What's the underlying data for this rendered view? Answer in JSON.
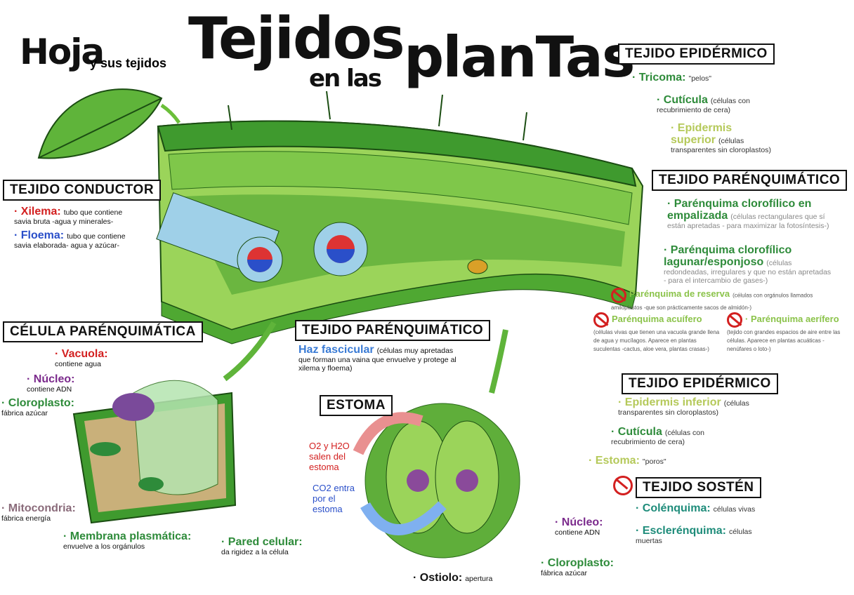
{
  "title": {
    "hoja": "Hoja",
    "sub": "y sus tejidos",
    "tejidos": "Tejidos",
    "en_las": "en las",
    "plantas": "planTas"
  },
  "epidermico_top": {
    "heading": "TEJIDO EPIDÉRMICO",
    "items": [
      {
        "term": "· Tricoma:",
        "desc": "\"pelos\""
      },
      {
        "term": "· Cutícula",
        "desc": "(células con recubrimiento de cera)"
      },
      {
        "term": "· Epidermis superior",
        "desc": "(células transparentes sin cloroplastos)"
      }
    ]
  },
  "parenquimatico": {
    "heading": "TEJIDO PARÉNQUIMÁTICO",
    "items": [
      {
        "term": "· Parénquima clorofílico en empalizada",
        "desc": "(células rectangulares que sí están apretadas - para maximizar la fotosíntesis-)"
      },
      {
        "term": "· Parénquima clorofílico lagunar/esponjoso",
        "desc": "(células redondeadas, irregulares y que no están apretadas - para el intercambio de gases-)"
      },
      {
        "term": "Parénquima de reserva",
        "desc": "(células con orgánulos llamados amiloplastos -que son prácticamente sacos de almidón-)"
      },
      {
        "term": "Parénquima acuífero",
        "desc": "(células vivas que tienen una vacuola grande llena de agua y mucílagos. Aparece en plantas suculentas -cactus, aloe vera, plantas crasas-)"
      },
      {
        "term": "· Parénquima aerífero",
        "desc": "(tejido con grandes espacios de aire entre las células. Aparece en plantas acuáticas -nenúfares o loto-)"
      }
    ]
  },
  "epidermico_bottom": {
    "heading": "TEJIDO EPIDÉRMICO",
    "items": [
      {
        "term": "· Epidermis inferior",
        "desc": "(células transparentes sin cloroplastos)"
      },
      {
        "term": "· Cutícula",
        "desc": "(células con recubrimiento de cera)"
      },
      {
        "term": "· Estoma:",
        "desc": "\"poros\""
      }
    ]
  },
  "sosten": {
    "heading": "TEJIDO SOSTÉN",
    "items": [
      {
        "term": "· Colénquima:",
        "desc": "células vivas"
      },
      {
        "term": "· Esclerénquima:",
        "desc": "células muertas"
      }
    ]
  },
  "conductor": {
    "heading": "TEJIDO CONDUCTOR",
    "items": [
      {
        "term": "· Xilema:",
        "desc": "tubo que contiene savia bruta -agua y minerales-"
      },
      {
        "term": "· Floema:",
        "desc": "tubo que contiene savia elaborada- agua y azúcar-"
      }
    ]
  },
  "celula": {
    "heading": "CÉLULA PARÉNQUIMÁTICA",
    "items": [
      {
        "term": "· Vacuola:",
        "desc": "contiene agua"
      },
      {
        "term": "· Núcleo:",
        "desc": "contiene ADN"
      },
      {
        "term": "· Cloroplasto:",
        "desc": "fábrica azúcar"
      },
      {
        "term": "· Mitocondria:",
        "desc": "fábrica energía"
      },
      {
        "term": "· Membrana plasmática:",
        "desc": "envuelve a los orgánulos"
      },
      {
        "term": "· Pared celular:",
        "desc": "da rigidez a la célula"
      }
    ]
  },
  "haz": {
    "heading": "TEJIDO PARÉNQUIMÁTICO",
    "term": "Haz fascicular",
    "desc": "(células muy apretadas que forman una vaina que envuelve y protege al xilema y floema)"
  },
  "estoma": {
    "heading": "ESTOMA",
    "out": "O2 y H2O salen del estoma",
    "in": "CO2 entra por el estoma",
    "items": [
      {
        "term": "· Núcleo:",
        "desc": "contiene ADN"
      },
      {
        "term": "· Cloroplasto:",
        "desc": "fábrica azúcar"
      },
      {
        "term": "· Ostiolo:",
        "desc": "apertura"
      }
    ]
  },
  "colors": {
    "green": "#2e8b3a",
    "light_green": "#8bc34a",
    "red": "#d32020",
    "blue": "#2a4fc9",
    "purple": "#7b2a8c"
  }
}
